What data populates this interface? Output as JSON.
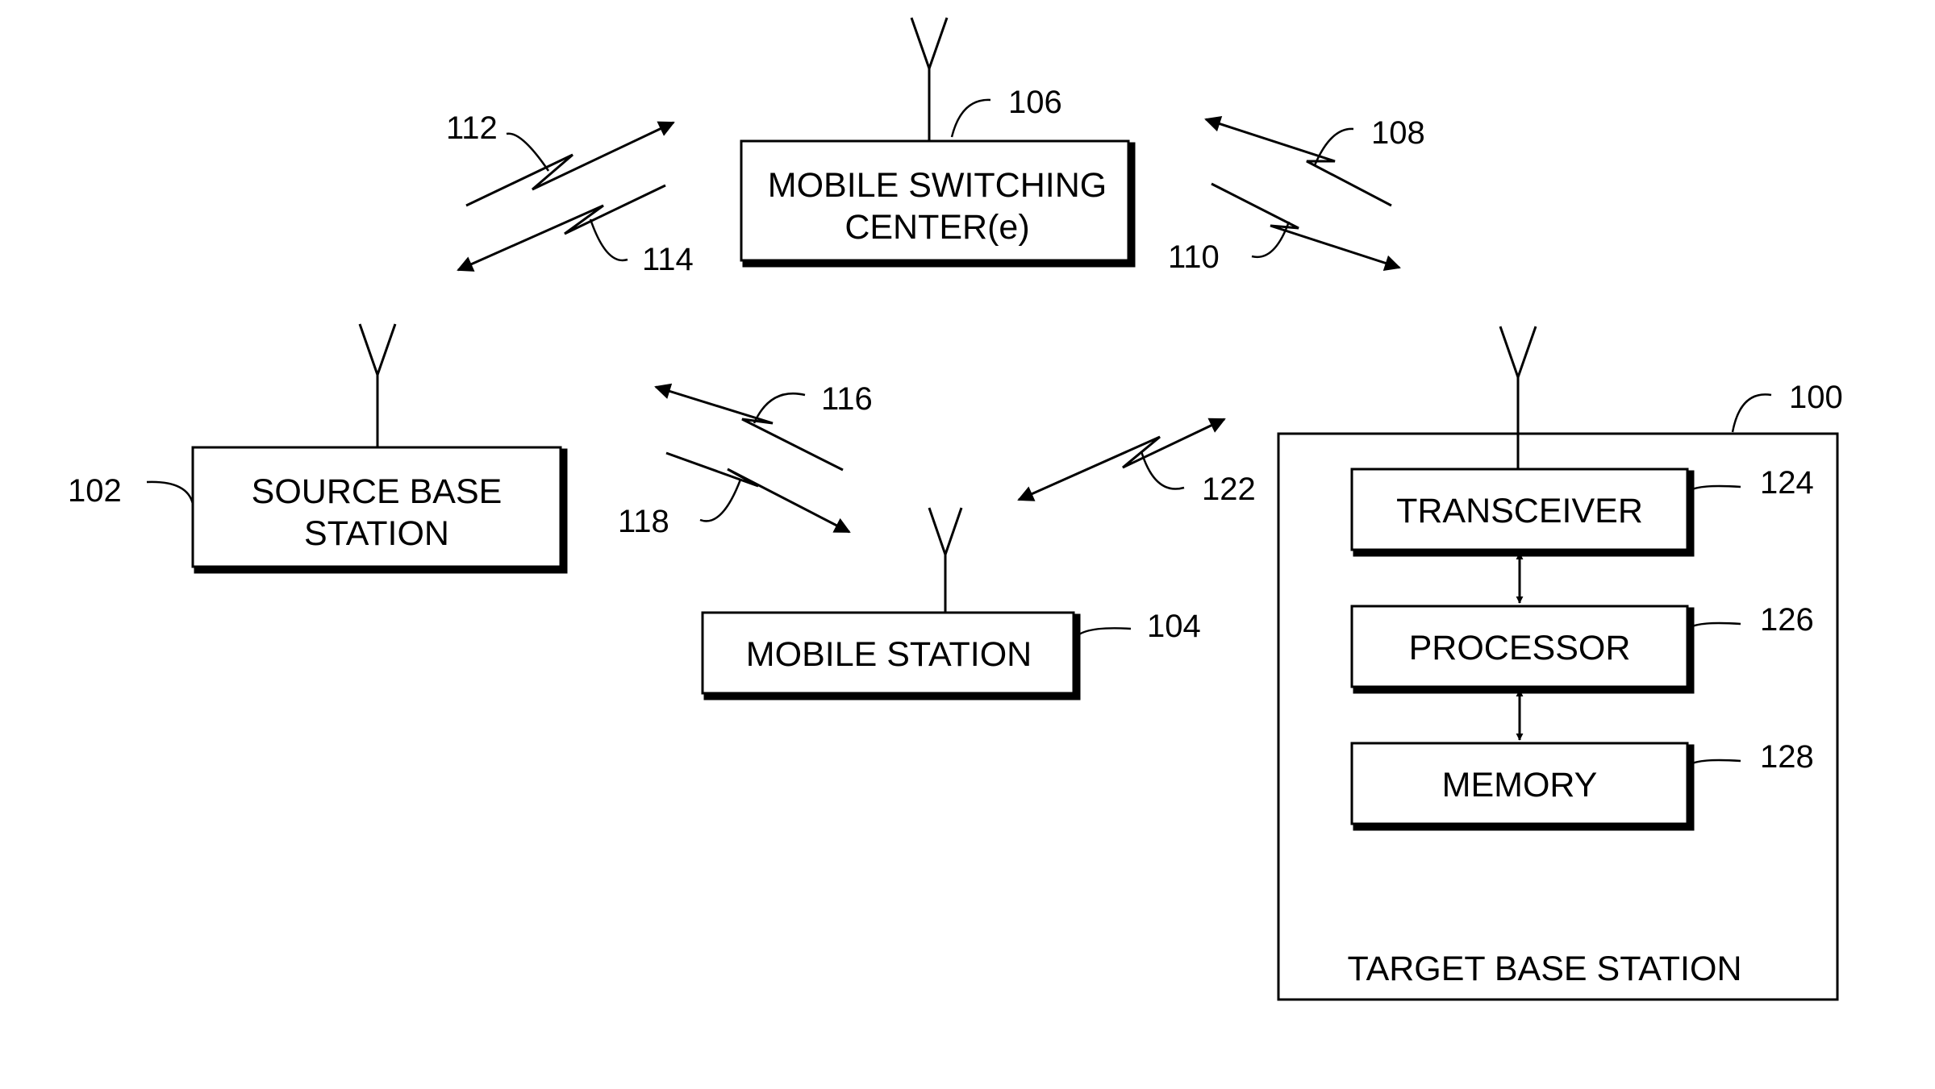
{
  "boxes": {
    "msc": {
      "line1": "MOBILE SWITCHING",
      "line2": "CENTER(e)",
      "ref": "106"
    },
    "source_bs": {
      "line1": "SOURCE BASE",
      "line2": "STATION",
      "ref": "102"
    },
    "mobile_station": {
      "label": "MOBILE STATION",
      "ref": "104"
    },
    "target_bs": {
      "label": "TARGET BASE STATION",
      "ref": "100"
    },
    "transceiver": {
      "label": "TRANSCEIVER",
      "ref": "124"
    },
    "processor": {
      "label": "PROCESSOR",
      "ref": "126"
    },
    "memory": {
      "label": "MEMORY",
      "ref": "128"
    }
  },
  "links": {
    "l112": "112",
    "l114": "114",
    "l108": "108",
    "l110": "110",
    "l116": "116",
    "l118": "118",
    "l122": "122"
  }
}
